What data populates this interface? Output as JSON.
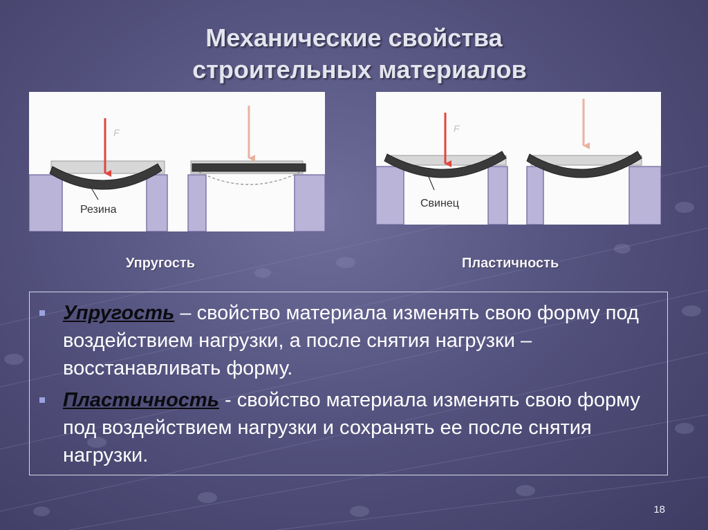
{
  "slide": {
    "title_line1": "Механические свойства",
    "title_line2": "строительных материалов",
    "page_number": "18"
  },
  "diagrams": {
    "elastic": {
      "caption": "Упругость",
      "force_label": "F",
      "material_label": "Резина"
    },
    "plastic": {
      "caption": "Пластичность",
      "force_label": "F",
      "material_label": "Свинец"
    }
  },
  "definitions": [
    {
      "term": "Упругость",
      "text": " – свойство материала изменять свою форму под воздействием нагрузки, а после снятия нагрузки – восстанавливать форму."
    },
    {
      "term": "Пластичность",
      "text": " - свойство материала изменять свою форму под воздействием нагрузки и сохранять ее  после снятия нагрузки."
    }
  ],
  "colors": {
    "background": "#55537f",
    "support": "#b9b4d8",
    "beam": "#3a3a3a",
    "force_arrow": "#e0463e",
    "bullet": "#9aa2e0"
  }
}
